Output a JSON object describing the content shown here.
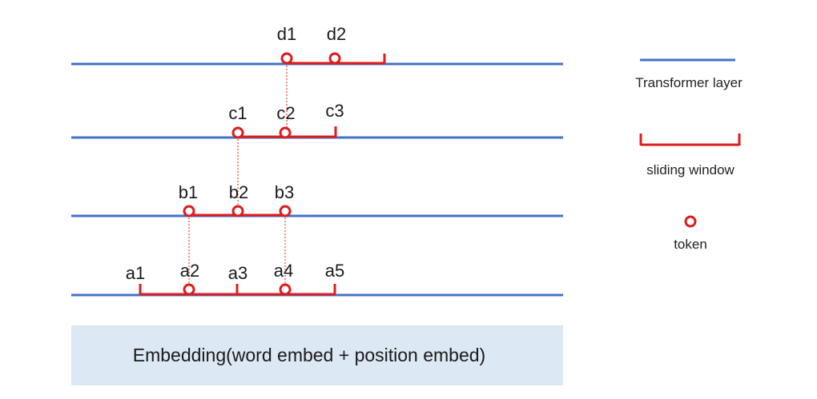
{
  "colors": {
    "layer_line": "#4472c4",
    "window": "#dd1c1c",
    "token": "#dd1c1c",
    "embedding_bg": "#dce8f4",
    "text": "#1a1a1a"
  },
  "layers": [
    {
      "id": "d",
      "tokens": [
        "d1",
        "d2"
      ]
    },
    {
      "id": "c",
      "tokens": [
        "c1",
        "c2",
        "c3"
      ]
    },
    {
      "id": "b",
      "tokens": [
        "b1",
        "b2",
        "b3"
      ]
    },
    {
      "id": "a",
      "tokens": [
        "a1",
        "a2",
        "a3",
        "a4",
        "a5"
      ]
    }
  ],
  "embedding": {
    "label": "Embedding(word embed + position embed)"
  },
  "legend": {
    "transformer_layer": "Transformer layer",
    "sliding_window": "sliding window",
    "token": "token"
  },
  "icons": {
    "layer": "blue-line-icon",
    "window": "bracket-icon",
    "token": "ring-icon"
  }
}
